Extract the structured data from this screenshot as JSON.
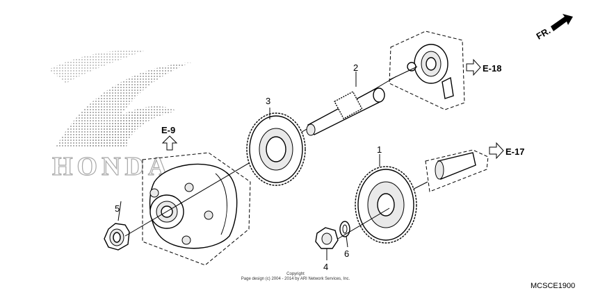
{
  "front_label": "FR.",
  "diagram_code": "MCSCE1900",
  "copyright": {
    "line1": "Copyright",
    "line2": "Page design (c) 2004 - 2014 by ARI Network Services, Inc."
  },
  "watermark_text": "HONDA",
  "references": {
    "e9": "E-9",
    "e17": "E-17",
    "e18": "E-18"
  },
  "callouts": {
    "p1": "1",
    "p2": "2",
    "p3": "3",
    "p4": "4",
    "p5": "5",
    "p6": "6"
  },
  "colors": {
    "line": "#000000",
    "watermark": "#bdbdbd",
    "background": "#ffffff"
  }
}
